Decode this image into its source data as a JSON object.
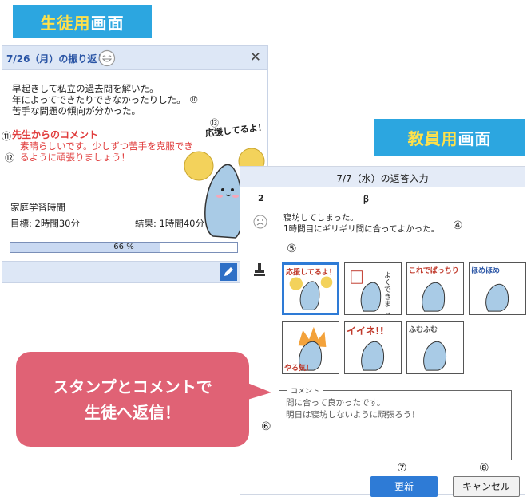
{
  "student_banner": {
    "prefix": "生徒用",
    "suffix": "画面"
  },
  "teacher_banner": {
    "prefix": "教員用",
    "suffix": "画面"
  },
  "student_panel": {
    "title": "7/26（月）の振り返り",
    "close": "✕",
    "reflection": [
      "早起きして私立の過去問を解いた。",
      "年によってできたりできなかったりした。",
      "苦手な問題の傾向が分かった。"
    ],
    "marker_10": "⑩",
    "marker_11": "⑪",
    "marker_12": "⑫",
    "marker_13": "⑬",
    "comment_heading": "先生からのコメント",
    "comment_lines": [
      "素晴らしいです。少しずつ苦手を克服でき",
      "るように頑張りましょう！"
    ],
    "stamp_caption": "応援してるよ！",
    "study_label": "家庭学習時間",
    "goal": "目標: 2時間30分",
    "result": "結果: 1時間40分",
    "progress_text": "66 %",
    "progress_value": 0.66
  },
  "teacher_panel": {
    "title": "7/7（水）の返答入力",
    "row_num": "2",
    "row_char": "ꞵ",
    "entry_lines": [
      "寝坊してしまった。",
      "1時間目にギリギリ間に合ってよかった。"
    ],
    "marker_4": "④",
    "marker_5": "⑤",
    "marker_6": "⑥",
    "marker_7": "⑦",
    "marker_8": "⑧",
    "stamps": [
      {
        "caption": "応援してるよ！"
      },
      {
        "caption": "よくできました"
      },
      {
        "caption": "これでばっちり"
      },
      {
        "caption": "ほめほめ"
      },
      {
        "caption": "やる気！"
      },
      {
        "caption": "イイネ!!"
      },
      {
        "caption": "ふむふむ"
      }
    ],
    "comment_legend": "コメント",
    "comment_text": "間に合って良かったです。\n明日は寝坊しないように頑張ろう！",
    "update_button": "更新",
    "cancel_button": "キャンセル"
  },
  "callout": {
    "lines": [
      "スタンプとコメントで",
      "生徒へ返信！"
    ]
  },
  "colors": {
    "banner": "#2ca6e0",
    "highlight": "#ffe14a",
    "callout": "#e06275",
    "comment": "#e03c3c",
    "primary_button": "#2e7bd6"
  }
}
